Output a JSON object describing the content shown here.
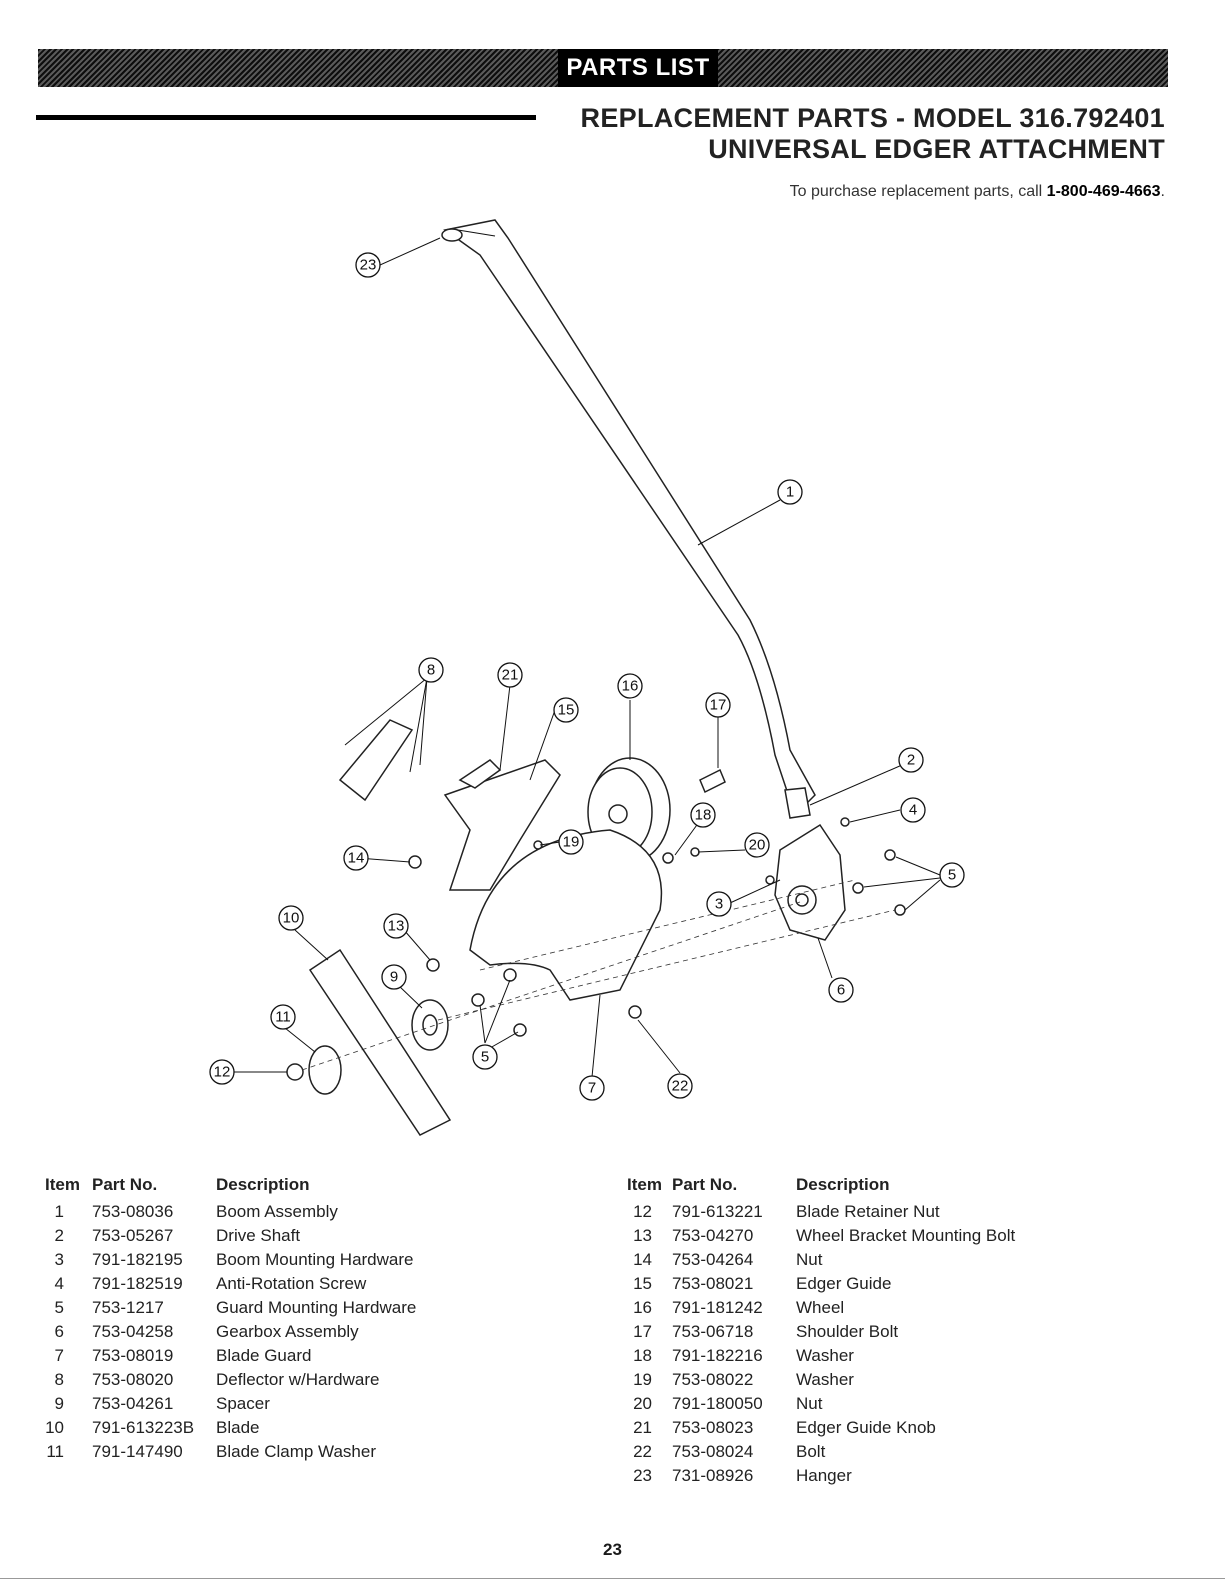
{
  "header": {
    "banner": "PARTS LIST",
    "title_line1": "REPLACEMENT PARTS - MODEL 316.792401",
    "title_line2": "UNIVERSAL EDGER ATTACHMENT",
    "phone_prefix": "To purchase replacement parts, call ",
    "phone_number": "1-800-469-4663",
    "phone_suffix": "."
  },
  "diagram": {
    "callouts": [
      "1",
      "2",
      "3",
      "4",
      "5",
      "5",
      "6",
      "7",
      "8",
      "9",
      "10",
      "11",
      "12",
      "13",
      "14",
      "15",
      "16",
      "17",
      "18",
      "19",
      "20",
      "21",
      "22",
      "23"
    ]
  },
  "table": {
    "headers": {
      "item": "Item",
      "part": "Part No.",
      "desc": "Description"
    },
    "left": [
      {
        "item": "1",
        "part": "753-08036",
        "desc": "Boom Assembly"
      },
      {
        "item": "2",
        "part": "753-05267",
        "desc": "Drive Shaft"
      },
      {
        "item": "3",
        "part": "791-182195",
        "desc": "Boom Mounting Hardware"
      },
      {
        "item": "4",
        "part": "791-182519",
        "desc": "Anti-Rotation Screw"
      },
      {
        "item": "5",
        "part": "753-1217",
        "desc": "Guard Mounting Hardware"
      },
      {
        "item": "6",
        "part": "753-04258",
        "desc": "Gearbox Assembly"
      },
      {
        "item": "7",
        "part": "753-08019",
        "desc": "Blade Guard"
      },
      {
        "item": "8",
        "part": "753-08020",
        "desc": "Deflector w/Hardware"
      },
      {
        "item": "9",
        "part": "753-04261",
        "desc": "Spacer"
      },
      {
        "item": "10",
        "part": "791-613223B",
        "desc": "Blade"
      },
      {
        "item": "11",
        "part": "791-147490",
        "desc": "Blade Clamp Washer"
      }
    ],
    "right": [
      {
        "item": "12",
        "part": "791-613221",
        "desc": "Blade Retainer Nut"
      },
      {
        "item": "13",
        "part": "753-04270",
        "desc": "Wheel Bracket Mounting Bolt"
      },
      {
        "item": "14",
        "part": "753-04264",
        "desc": "Nut"
      },
      {
        "item": "15",
        "part": "753-08021",
        "desc": "Edger Guide"
      },
      {
        "item": "16",
        "part": "791-181242",
        "desc": "Wheel"
      },
      {
        "item": "17",
        "part": "753-06718",
        "desc": "Shoulder Bolt"
      },
      {
        "item": "18",
        "part": "791-182216",
        "desc": "Washer"
      },
      {
        "item": "19",
        "part": "753-08022",
        "desc": "Washer"
      },
      {
        "item": "20",
        "part": "791-180050",
        "desc": "Nut"
      },
      {
        "item": "21",
        "part": "753-08023",
        "desc": "Edger Guide Knob"
      },
      {
        "item": "22",
        "part": "753-08024",
        "desc": "Bolt"
      },
      {
        "item": "23",
        "part": "731-08926",
        "desc": "Hanger"
      }
    ]
  },
  "footer": {
    "page_number": "23"
  }
}
